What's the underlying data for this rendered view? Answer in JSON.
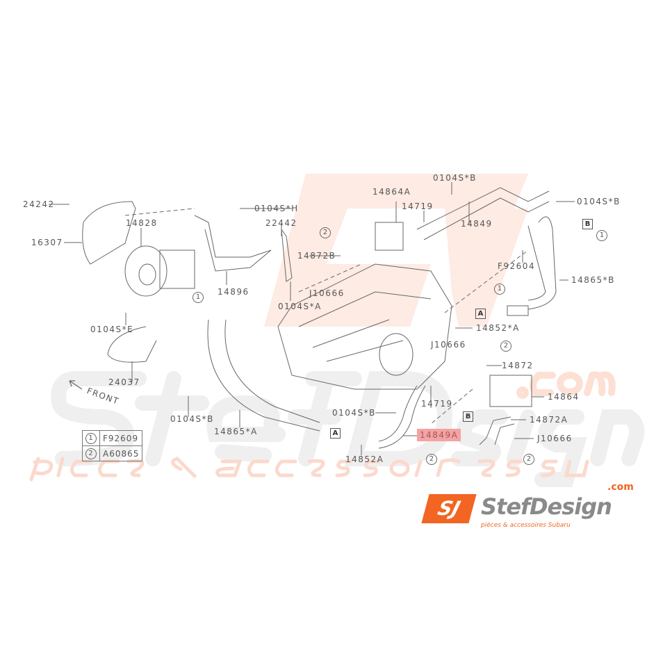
{
  "watermark": {
    "brand": "StefDesign",
    "tagline": "pièces & accessoires subaru",
    "monogram": "SJ",
    "dotcom": ".com"
  },
  "logo": {
    "monogram": "SJ",
    "name": "StefDesign",
    "dotcom": ".com",
    "tagline": "pièces & accessoires Subaru"
  },
  "front_label": "FRONT",
  "legend": [
    {
      "symbol": "1",
      "part": "F92609"
    },
    {
      "symbol": "2",
      "part": "A60865"
    }
  ],
  "labels": {
    "p24242": "24242",
    "p16307": "16307",
    "p14828": "14828",
    "p0104S_H": "0104S*H",
    "p22442": "22442",
    "p14872B": "14872B",
    "pJ10666_a": "J10666",
    "p14896": "14896",
    "p0104S_A": "0104S*A",
    "p0104S_E": "0104S*E",
    "p24037": "24037",
    "p0104S_B_left": "0104S*B",
    "p14865_A": "14865*A",
    "p0104S_B_top": "0104S*B",
    "p14864A": "14864A",
    "p14719_top": "14719",
    "p14849": "14849",
    "p0104S_B_right": "0104S*B",
    "pF92604": "F92604",
    "p14865_B": "14865*B",
    "p14852_A": "14852*A",
    "pJ10666_b": "J10666",
    "p14872": "14872",
    "p14864": "14864",
    "p14719_bottom": "14719",
    "p0104S_B_bottom": "0104S*B",
    "p14872A": "14872A",
    "p14849A": "14849A",
    "pJ10666_c": "J10666",
    "p14852A": "14852A"
  },
  "markers": {
    "one": "1",
    "two": "2",
    "A": "A",
    "B": "B"
  },
  "highlight_color": "#f3a3a3",
  "accent_color": "#f26522"
}
